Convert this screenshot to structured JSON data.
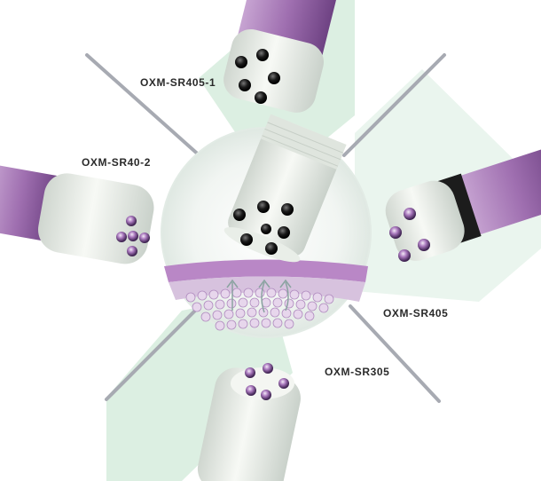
{
  "labels": {
    "top": "OXM-SR405-1",
    "left": "OXM-SR40-2",
    "right": "OXM-SR405",
    "bottom": "OXM-SR305"
  },
  "colors": {
    "panel_green": "#dcefe2",
    "divider_gray": "#a7aab2",
    "probe_purple": "#9f6fb0",
    "probe_body": "#eef1ec",
    "dot_dark": "#1a1a1a",
    "dot_purple": "#8e5aa5"
  }
}
